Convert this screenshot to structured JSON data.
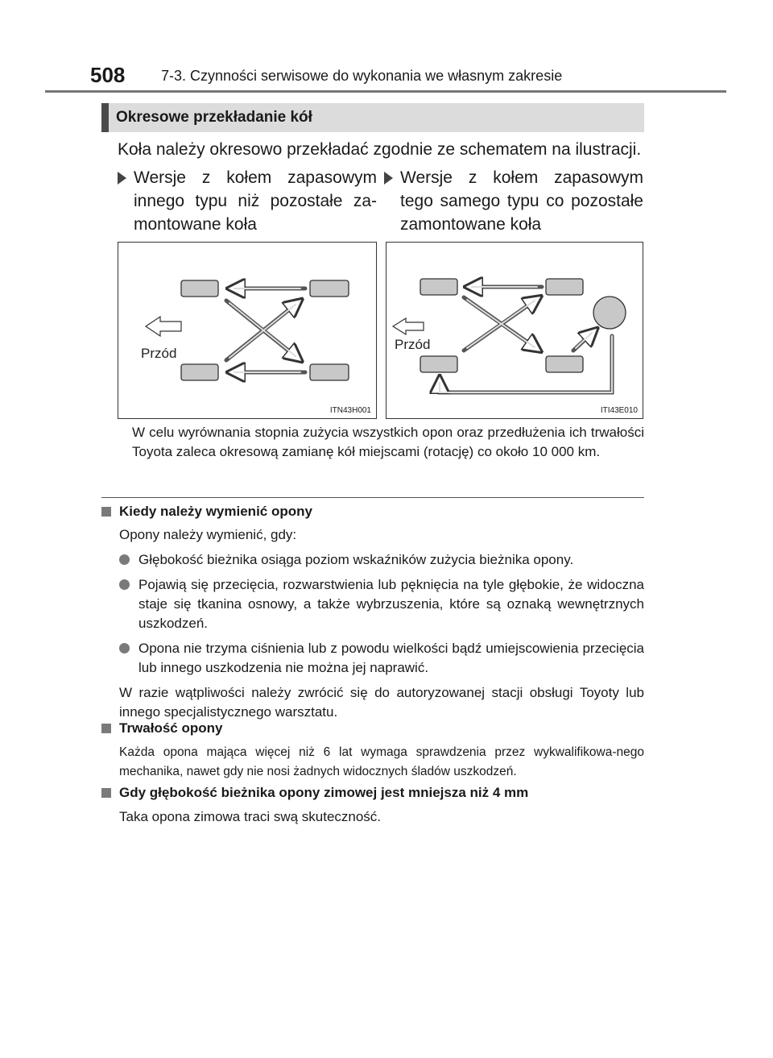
{
  "header": {
    "page_number": "508",
    "chapter": "7-3. Czynności serwisowe do wykonania we własnym zakresie"
  },
  "section": {
    "title": "Okresowe przekładanie kół",
    "intro": "Koła należy okresowo przekładać zgodnie ze schematem na ilustracji.",
    "left_heading": "Wersje z kołem zapasowym innego typu niż pozostałe za-montowane koła",
    "right_heading": "Wersje z kołem zapasowym tego samego typu co pozostałe zamontowane koła",
    "figure_left": {
      "front_label": "Przód",
      "code": "ITN43H001"
    },
    "figure_right": {
      "front_label": "Przód",
      "code": "ITI43E010"
    },
    "caption": "W celu wyrównania stopnia zużycia wszystkich opon oraz przedłużenia ich trwałości Toyota zaleca okresową zamianę kół miejscami (rotację) co około 10 000 km."
  },
  "when_replace": {
    "heading": "Kiedy należy wymienić opony",
    "lead": "Opony należy wymienić, gdy:",
    "bullets": [
      "Głębokość bieżnika osiąga poziom wskaźników zużycia bieżnika opony.",
      "Pojawią się przecięcia, rozwarstwienia lub pęknięcia na tyle głębokie, że widoczna staje się tkanina osnowy, a także wybrzuszenia, które są oznaką wewnętrznych uszkodzeń.",
      "Opona nie trzyma ciśnienia lub z powodu wielkości bądź umiejscowienia przecięcia lub innego uszkodzenia nie można jej naprawić."
    ],
    "note": "W razie wątpliwości należy zwrócić się do autoryzowanej stacji obsługi Toyoty lub innego specjalistycznego warsztatu."
  },
  "durability": {
    "heading": "Trwałość opony",
    "text": "Każda opona mająca więcej niż 6 lat wymaga sprawdzenia przez wykwalifikowa-nego mechanika, nawet gdy nie nosi żadnych widocznych śladów uszkodzeń."
  },
  "winter": {
    "heading": "Gdy głębokość bieżnika opony zimowej jest mniejsza niż 4 mm",
    "text": "Taka opona zimowa traci swą skuteczność."
  }
}
